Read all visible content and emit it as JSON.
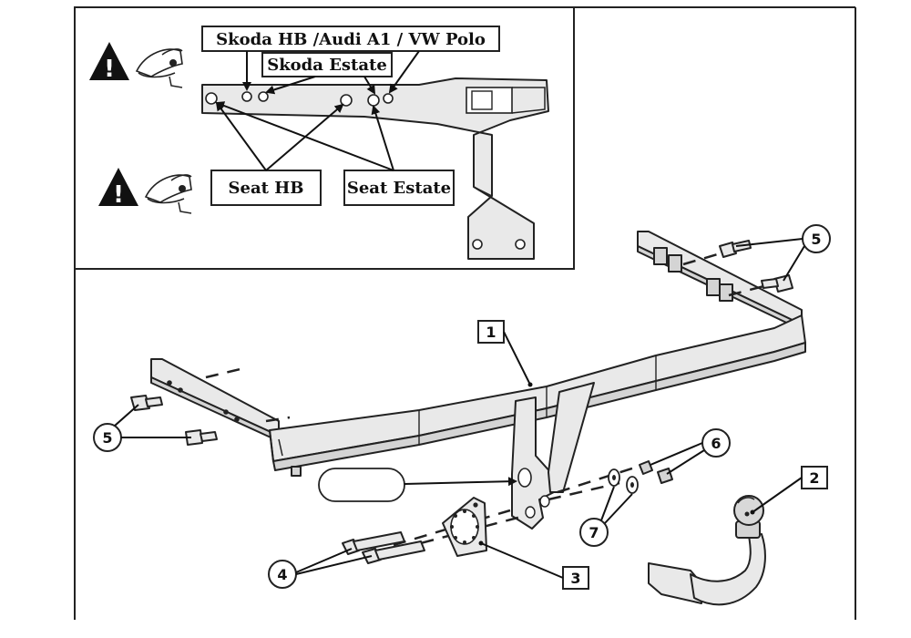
{
  "inset": {
    "labels": {
      "skoda_hb": "Skoda HB /Audi A1 / VW Polo",
      "skoda_estate": "Skoda Estate",
      "seat_hb": "Seat HB",
      "seat_estate": "Seat Estate"
    },
    "warning_glyph": "!"
  },
  "callouts": {
    "c1": "1",
    "c2": "2",
    "c3": "3",
    "c4": "4",
    "c5_right": "5",
    "c5_left": "5",
    "c6": "6",
    "c7": "7"
  },
  "icons": [
    "warning-triangle-icon",
    "eye-icon"
  ]
}
